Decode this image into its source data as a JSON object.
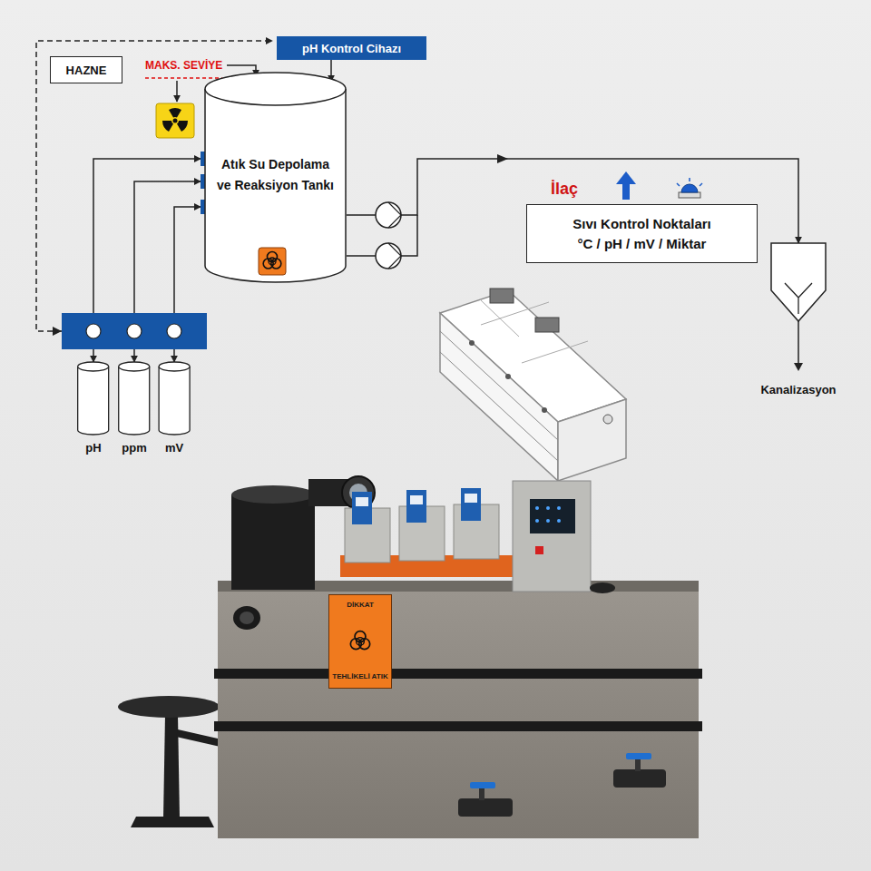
{
  "diagram": {
    "nodes": [
      {
        "text": [
          "HAZNE"
        ]
      },
      {
        "text": [
          "pH Kontrol Cihazı"
        ]
      },
      {
        "text": [
          "Atık Su Depolama ve Reaksiyon Tankı"
        ]
      },
      {
        "text": [
          "Sıvı Kontrol Noktaları",
          "°C / pH / mV / Miktar"
        ]
      },
      {
        "text": [
          "Kanalizasyon"
        ]
      },
      {
        "text": [
          "pH"
        ]
      },
      {
        "text": [
          "ppm"
        ]
      },
      {
        "text": [
          "mV"
        ]
      },
      {
        "text": [
          "DİKKAT",
          "TEHLİKELİ ATIK"
        ]
      }
    ],
    "edges": [
      {
        "from": 1,
        "to": 2,
        "arrow": "to"
      },
      {
        "from": 2,
        "to": 4,
        "arrow": "to"
      },
      {
        "from": 5,
        "to": 2,
        "arrow": "both"
      },
      {
        "from": 6,
        "to": 2,
        "arrow": "both"
      },
      {
        "from": 7,
        "to": 2,
        "arrow": "both"
      }
    ],
    "labels": [
      "MAKS. SEVİYE",
      "İlaç"
    ]
  }
}
